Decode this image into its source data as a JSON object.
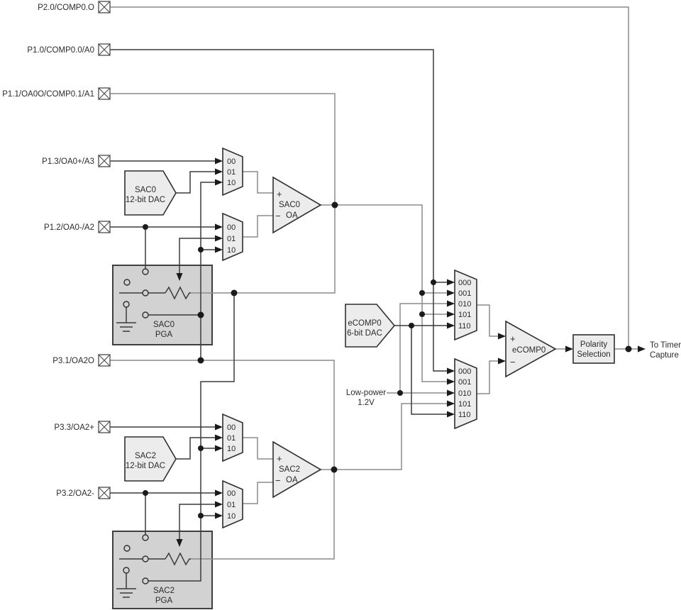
{
  "pins": [
    "P2.0/COMP0.O",
    "P1.0/COMP0.0/A0",
    "P1.1/OA0O/COMP0.1/A1",
    "P1.3/OA0+/A3",
    "P1.2/OA0-/A2",
    "P3.1/OA2O",
    "P3.3/OA2+",
    "P3.2/OA2-"
  ],
  "sac_mux_options": [
    "00",
    "01",
    "10"
  ],
  "ecomp_mux_options": [
    "000",
    "001",
    "010",
    "101",
    "110"
  ],
  "blocks": {
    "sac0_dac": {
      "line1": "SAC0",
      "line2": "12-bit DAC"
    },
    "sac2_dac": {
      "line1": "SAC2",
      "line2": "12-bit DAC"
    },
    "ecomp_dac": {
      "line1": "eCOMP0",
      "line2": "6-bit DAC"
    },
    "sac0_oa": {
      "plus": "+",
      "minus": "−",
      "line1": "SAC0",
      "line2": "OA"
    },
    "sac2_oa": {
      "plus": "+",
      "minus": "−",
      "line1": "SAC2",
      "line2": "OA"
    },
    "sac0_pga": {
      "line1": "SAC0",
      "line2": "PGA"
    },
    "sac2_pga": {
      "line1": "SAC2",
      "line2": "PGA"
    },
    "comparator": {
      "plus": "+",
      "minus": "−",
      "label": "eCOMP0"
    },
    "polarity": {
      "line1": "Polarity",
      "line2": "Selection"
    }
  },
  "annotations": {
    "low_power": {
      "line1": "Low-power",
      "line2": "1.2V"
    },
    "output": {
      "line1": "To Timer",
      "line2": "Capture"
    }
  },
  "colors": {
    "wire_gray": "#8c8c8c",
    "wire_dark": "#3a3a3a",
    "block_fill": "#ececec",
    "pga_fill": "#d2d2d2",
    "ink": "#1a1a1a"
  }
}
